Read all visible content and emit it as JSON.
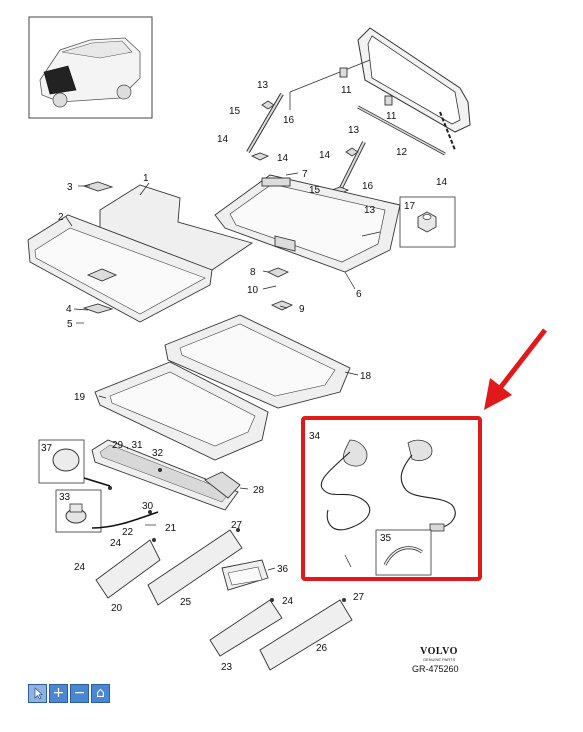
{
  "callouts": {
    "c1": "1",
    "c2": "2",
    "c3": "3",
    "c4": "4",
    "c5": "5",
    "c6": "6",
    "c7": "7",
    "c8": "8",
    "c9": "9",
    "c10": "10",
    "c11a": "11",
    "c11b": "11",
    "c12": "12",
    "c13a": "13",
    "c13b": "13",
    "c13c": "13",
    "c14a": "14",
    "c14b": "14",
    "c14c": "14",
    "c14d": "14",
    "c15a": "15",
    "c15b": "15",
    "c16a": "16",
    "c16b": "16",
    "c17": "17",
    "c18": "18",
    "c19": "19",
    "c20": "20",
    "c21": "21",
    "c22": "22",
    "c23": "23",
    "c24a": "24",
    "c24b": "24",
    "c24c": "24",
    "c25": "25",
    "c26": "26",
    "c27a": "27",
    "c27b": "27",
    "c28": "28",
    "c29": "29 , 31",
    "c30": "30",
    "c32": "32",
    "c33": "33",
    "c34": "34",
    "c35": "35",
    "c36": "36",
    "c37": "37"
  },
  "brand": {
    "name": "VOLVO",
    "subtitle": "GENUINE PARTS"
  },
  "reference": "GR-475260",
  "highlight_color": "#e0191b",
  "toolbar": {
    "cursor_icon": "cursor-icon",
    "zoom_in_label": "+",
    "zoom_out_label": "−",
    "home_label": "⌂"
  }
}
